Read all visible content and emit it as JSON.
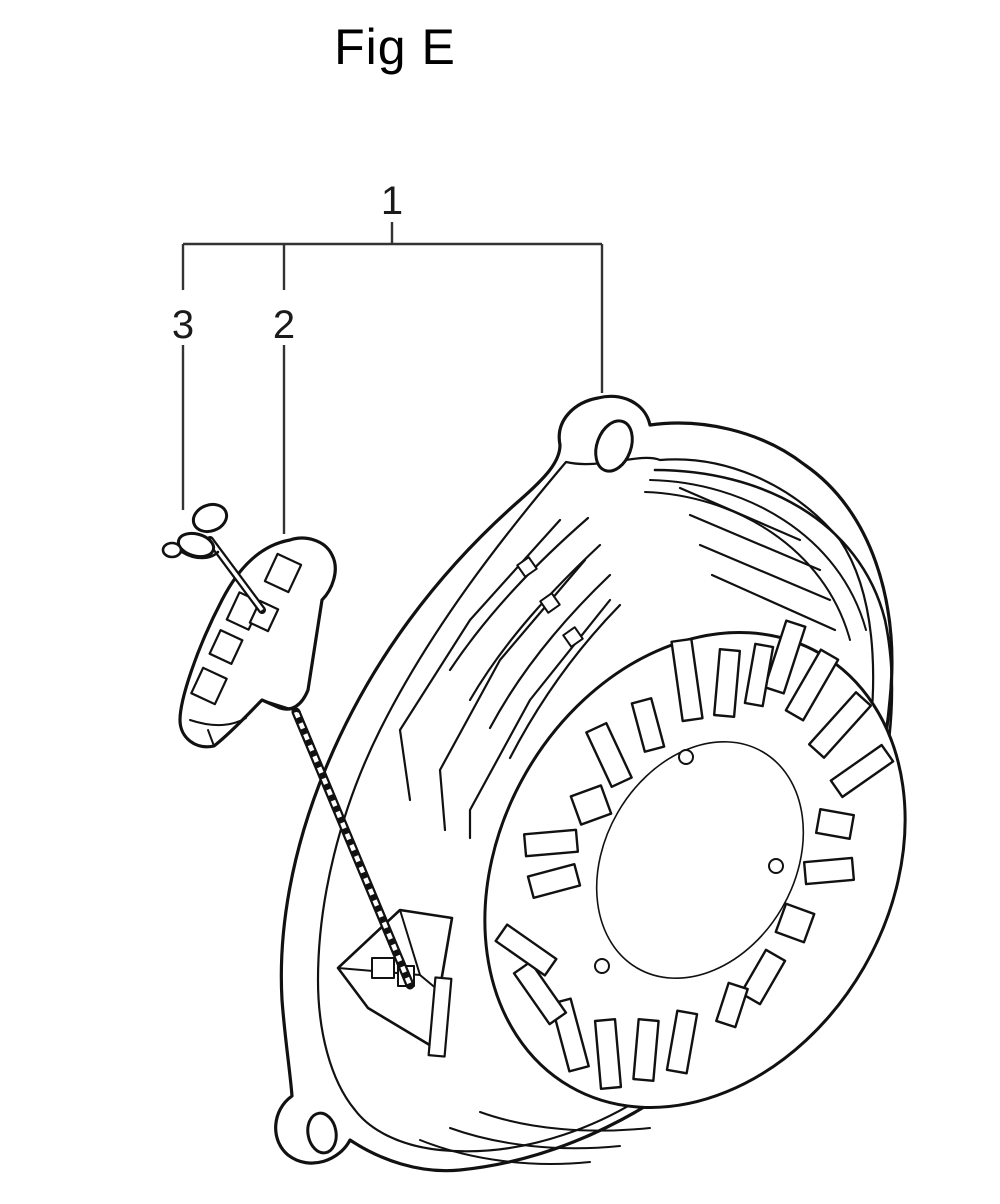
{
  "figure": {
    "title": "Fig E"
  },
  "callouts": [
    {
      "id": "1",
      "label": "1",
      "target": "recoil-starter-assembly"
    },
    {
      "id": "2",
      "label": "2",
      "target": "starter-handle"
    },
    {
      "id": "3",
      "label": "3",
      "target": "rope-knot"
    }
  ],
  "colors": {
    "ink": "#111111",
    "paper": "#ffffff",
    "leader": "#333333"
  }
}
